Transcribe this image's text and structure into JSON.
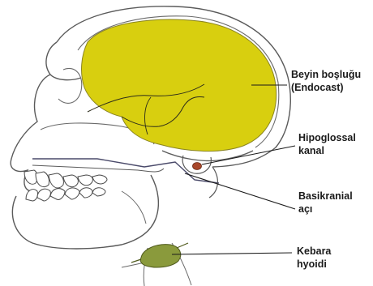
{
  "labels": {
    "endocast": {
      "line1": "Beyin boşluğu",
      "line2": "(Endocast)"
    },
    "hypoglossal": {
      "line1": "Hipoglossal",
      "line2": "kanal"
    },
    "basicranial": {
      "line1": "Basikranial",
      "line2": "açı"
    },
    "hyoid": {
      "line1": "Kebara",
      "line2": "hyoidi"
    }
  },
  "colors": {
    "endocast_fill": "#d8cf0f",
    "hypoglossal_canal": "#a8472a",
    "hyoid_fill": "#8a9a3c",
    "outline": "#5a5a5a"
  }
}
